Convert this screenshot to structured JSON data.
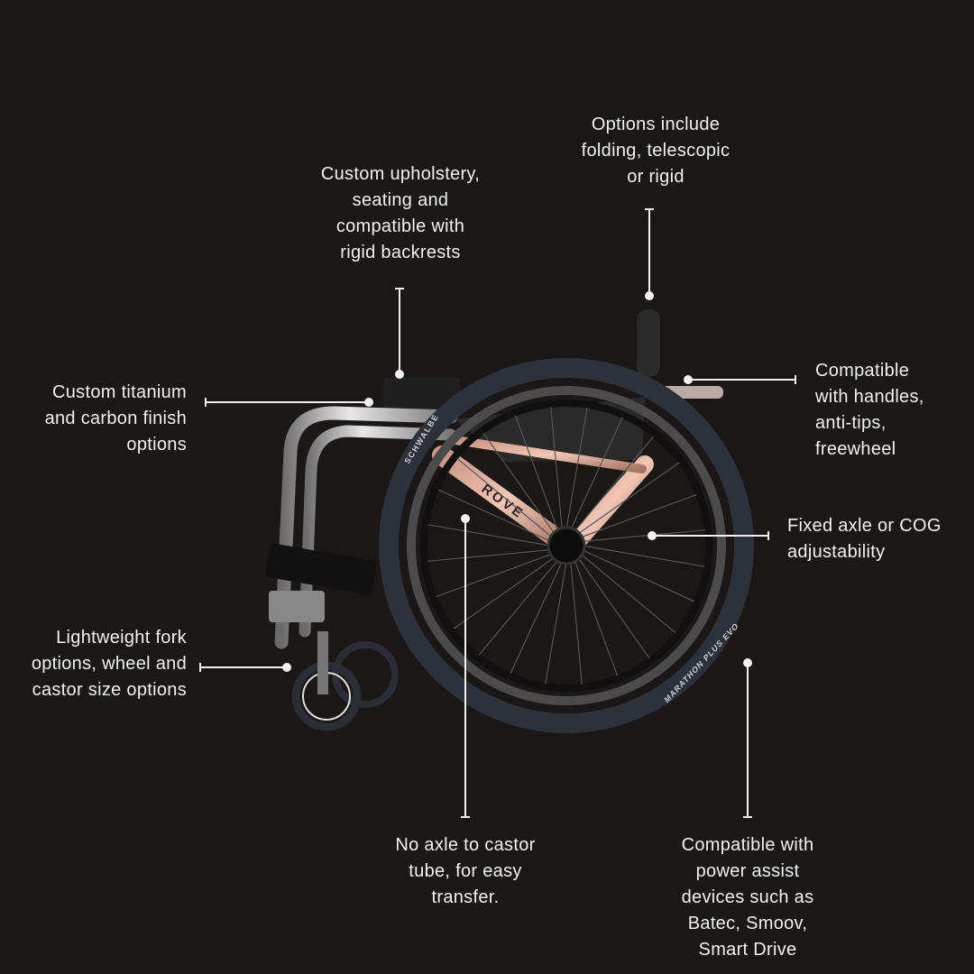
{
  "callouts": {
    "frame_options": "Options include\nfolding, telescopic\nor rigid",
    "upholstery": "Custom upholstery,\nseating and\ncompatible with\nrigid backrests",
    "finish": "Custom titanium\nand carbon finish\noptions",
    "accessories": "Compatible\nwith handles,\nanti-tips,\nfreewheel",
    "axle": "Fixed axle or COG\nadjustability",
    "fork": "Lightweight fork\noptions, wheel and\ncastor size options",
    "transfer": "No axle to castor\ntube, for easy\ntransfer.",
    "power_assist": "Compatible with\npower assist\ndevices such as\nBatec, Smoov,\nSmart Drive"
  },
  "product": {
    "frame_brand": "ROVE",
    "tyre_brand": "SCHWALBE",
    "tyre_model": "MARATHON PLUS EVO"
  },
  "colors": {
    "background": "#1a1716",
    "text": "#f2f2f2",
    "frame_accent": "#d9a48f"
  }
}
